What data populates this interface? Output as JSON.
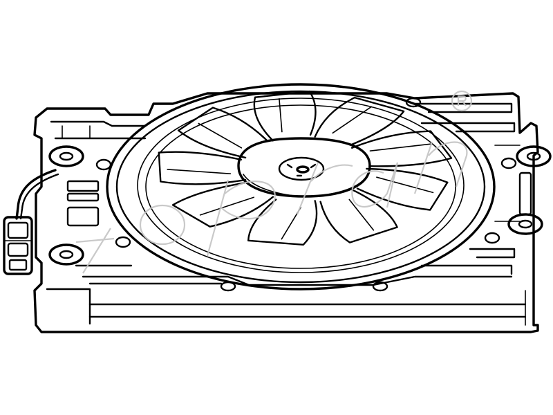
{
  "illustration": {
    "subject": "cooling-fan-assembly",
    "line_color": "#000000",
    "background_color": "#ffffff",
    "blade_count": 9
  },
  "watermark": {
    "text": "topran",
    "mark": "®",
    "color": "#c4c4c4"
  }
}
